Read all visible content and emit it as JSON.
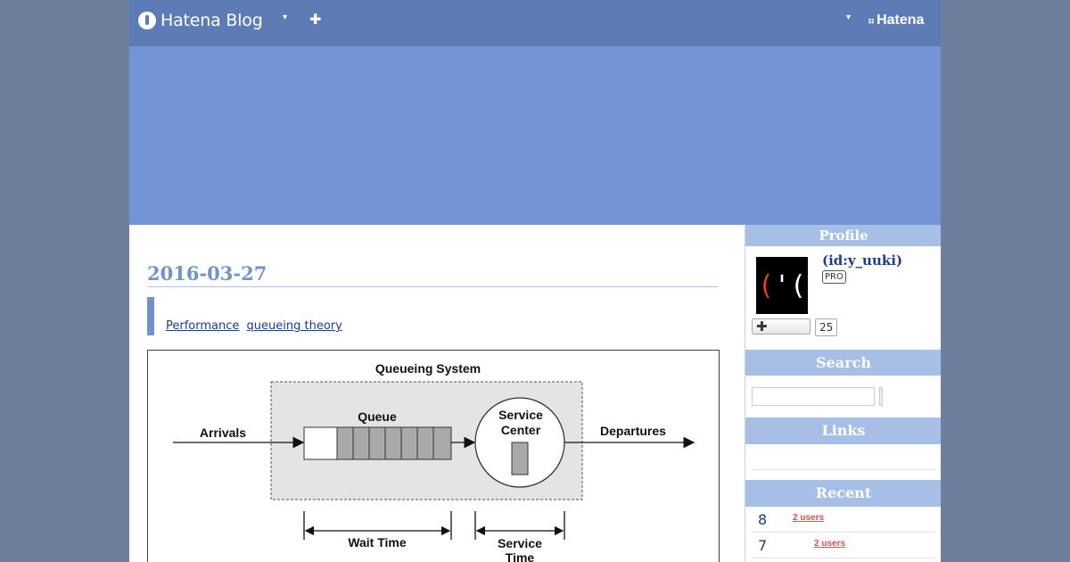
{
  "topbar": {
    "brand": "Hatena Blog",
    "menu_caret": "▾",
    "add_label": "✚",
    "account_caret": "▾",
    "hatena_mark": "⠶",
    "hatena_label": "Hatena"
  },
  "entry": {
    "date": "2016-03-27",
    "categories": [
      "Performance",
      "queueing theory"
    ]
  },
  "figure": {
    "title": "Queueing System",
    "arrivals": "Arrivals",
    "queue": "Queue",
    "service_center_line1": "Service",
    "service_center_line2": "Center",
    "departures": "Departures",
    "wait_time": "Wait Time",
    "service_time_line1": "Service",
    "service_time_line2": "Time"
  },
  "sidebar": {
    "profile": {
      "title": "Profile",
      "avatar_left": "(",
      "avatar_mid": "'",
      "avatar_right": "(",
      "id": "(id:y_uuki)",
      "badge": "PRO",
      "subscribe_label": "✚",
      "subscribe_count": "25"
    },
    "search": {
      "title": "Search",
      "placeholder": ""
    },
    "links": {
      "title": "Links"
    },
    "recent": {
      "title": "Recent",
      "items": [
        {
          "num": "8",
          "users": "2 users"
        },
        {
          "num": "7",
          "users": "2 users"
        }
      ]
    }
  },
  "colors": {
    "topbar": "#5d7cb6",
    "banner": "#7495d5",
    "accent": "#6f93cd",
    "module_header": "#a7bfe6",
    "link": "#1b3d8c",
    "users_badge": "#e74c4c"
  }
}
